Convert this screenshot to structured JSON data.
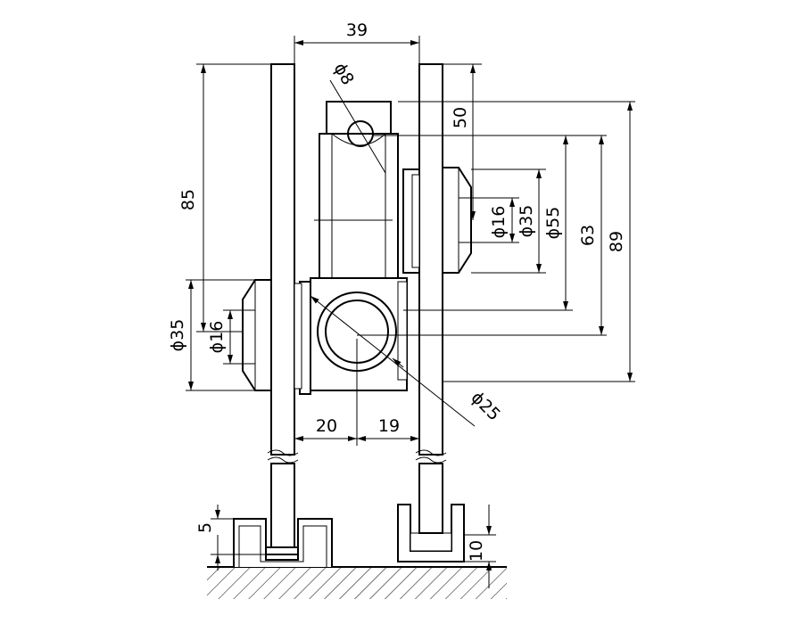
{
  "drawing": {
    "dims": {
      "top_width": "39",
      "rod_dia": "ϕ8",
      "offset_50": "50",
      "height_85": "85",
      "right_d16": "ϕ16",
      "right_d35": "ϕ35",
      "d55": "ϕ55",
      "dim_63": "63",
      "dim_89": "89",
      "left_d35": "ϕ35",
      "left_d16": "ϕ16",
      "tube_d25": "ϕ25",
      "bottom_20": "20",
      "bottom_19": "19",
      "track_5": "5",
      "track_10": "10"
    }
  }
}
